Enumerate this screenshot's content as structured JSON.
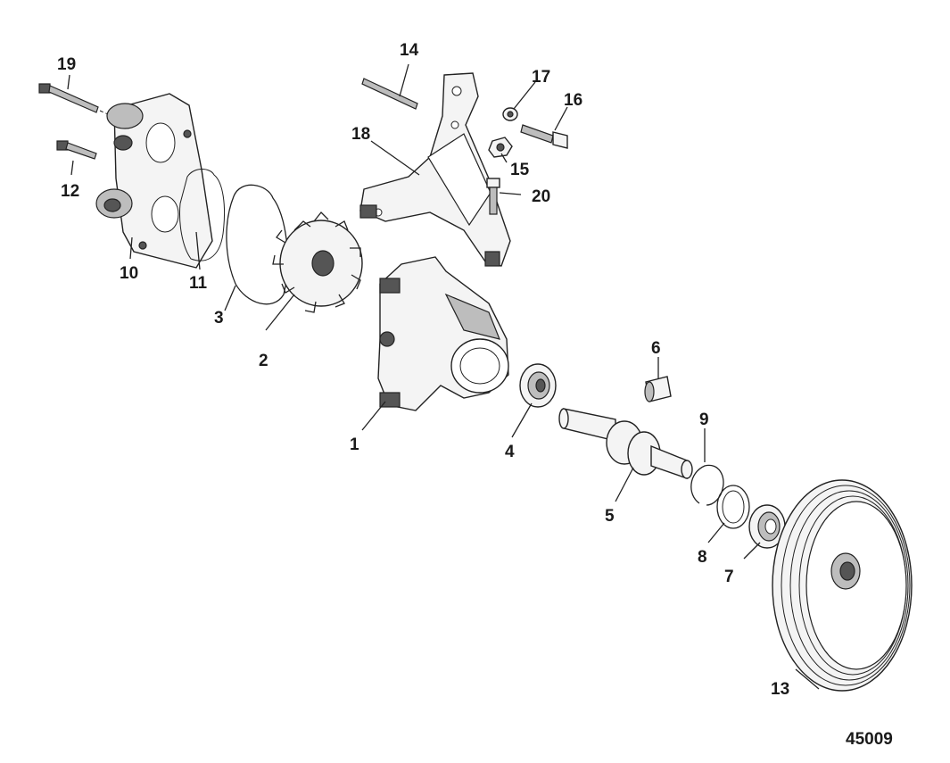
{
  "figure_number": "45009",
  "callouts": {
    "c1": "1",
    "c2": "2",
    "c3": "3",
    "c4": "4",
    "c5": "5",
    "c6": "6",
    "c7": "7",
    "c8": "8",
    "c9": "9",
    "c10": "10",
    "c11": "11",
    "c12": "12",
    "c13": "13",
    "c14": "14",
    "c15": "15",
    "c16": "16",
    "c17": "17",
    "c18": "18",
    "c19": "19",
    "c20": "20"
  }
}
